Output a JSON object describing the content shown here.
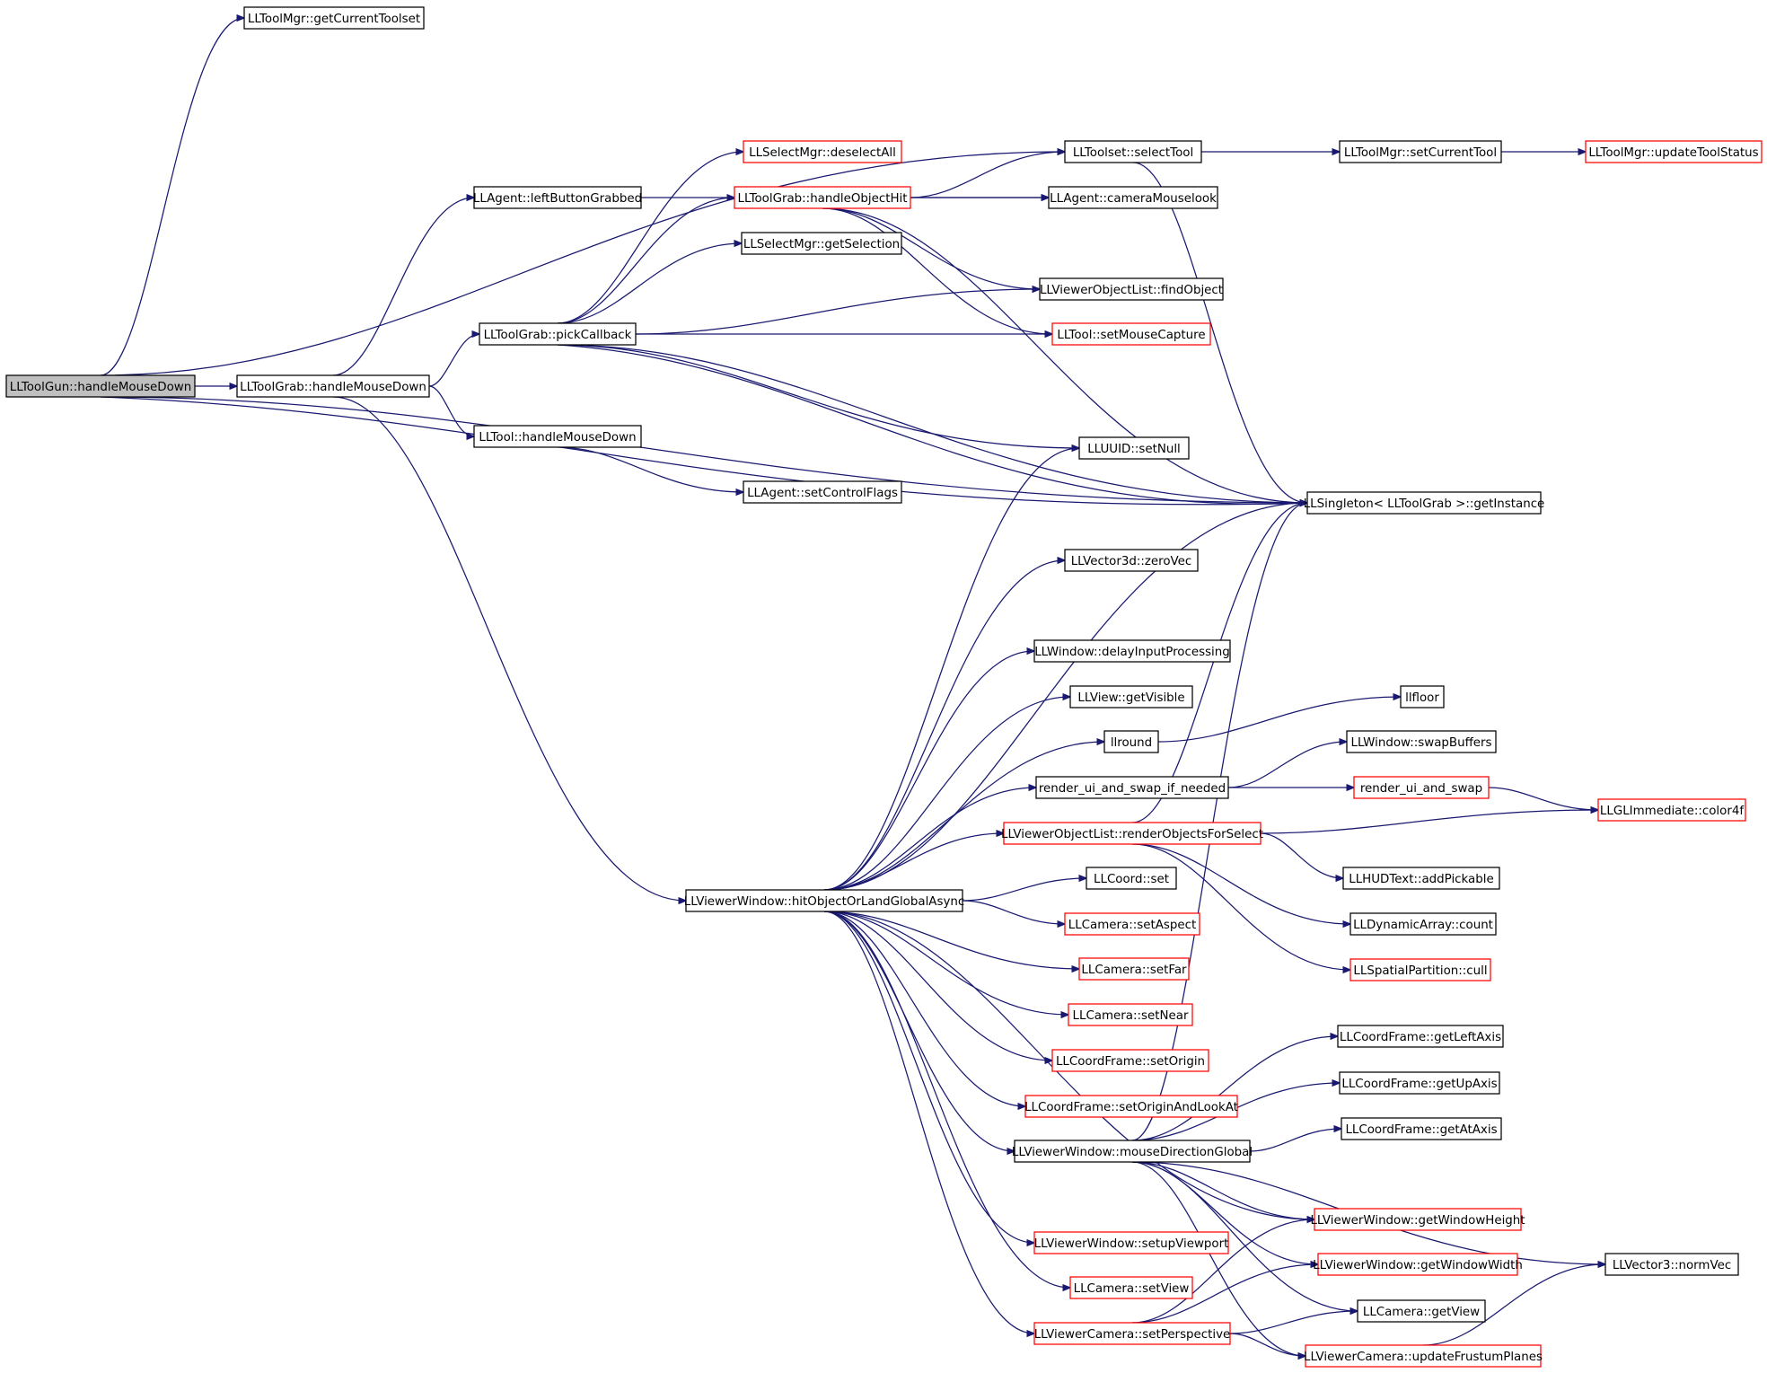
{
  "colors": {
    "edge": "#191970",
    "border_default": "#000000",
    "border_truncated": "#ff0000",
    "fill_default": "#ffffff",
    "fill_root": "#bfbfbf"
  },
  "nodes": [
    {
      "id": "n0",
      "label": "LLToolGun::handleMouseDown",
      "style": "root"
    },
    {
      "id": "n1",
      "label": "LLToolMgr::getCurrentToolset",
      "style": "normal"
    },
    {
      "id": "n2",
      "label": "LLToolset::selectTool",
      "style": "normal"
    },
    {
      "id": "n3",
      "label": "LLToolGrab::handleMouseDown",
      "style": "normal"
    },
    {
      "id": "n4",
      "label": "LLSingleton< LLToolGrab >::getInstance",
      "style": "normal"
    },
    {
      "id": "n5",
      "label": "LLToolMgr::setCurrentTool",
      "style": "normal"
    },
    {
      "id": "n6",
      "label": "LLToolMgr::updateToolStatus",
      "style": "truncated"
    },
    {
      "id": "n7",
      "label": "LLAgent::leftButtonGrabbed",
      "style": "normal"
    },
    {
      "id": "n8",
      "label": "LLAgent::cameraMouselook",
      "style": "normal"
    },
    {
      "id": "n9",
      "label": "LLToolGrab::pickCallback",
      "style": "normal"
    },
    {
      "id": "n10",
      "label": "LLSelectMgr::deselectAll",
      "style": "truncated"
    },
    {
      "id": "n11",
      "label": "LLToolGrab::handleObjectHit",
      "style": "truncated"
    },
    {
      "id": "n12",
      "label": "LLViewerObjectList::findObject",
      "style": "normal"
    },
    {
      "id": "n13",
      "label": "LLTool::setMouseCapture",
      "style": "truncated"
    },
    {
      "id": "n14",
      "label": "LLSelectMgr::getSelection",
      "style": "normal"
    },
    {
      "id": "n15",
      "label": "LLUUID::setNull",
      "style": "normal"
    },
    {
      "id": "n16",
      "label": "LLTool::handleMouseDown",
      "style": "normal"
    },
    {
      "id": "n17",
      "label": "LLAgent::setControlFlags",
      "style": "normal"
    },
    {
      "id": "n18",
      "label": "LLViewerWindow::hitObjectOrLandGlobalAsync",
      "style": "normal"
    },
    {
      "id": "n19",
      "label": "LLVector3d::zeroVec",
      "style": "normal"
    },
    {
      "id": "n20",
      "label": "LLWindow::delayInputProcessing",
      "style": "normal"
    },
    {
      "id": "n21",
      "label": "LLView::getVisible",
      "style": "normal"
    },
    {
      "id": "n22",
      "label": "llround",
      "style": "normal"
    },
    {
      "id": "n23",
      "label": "llfloor",
      "style": "normal"
    },
    {
      "id": "n24",
      "label": "render_ui_and_swap_if_needed",
      "style": "normal"
    },
    {
      "id": "n25",
      "label": "LLWindow::swapBuffers",
      "style": "normal"
    },
    {
      "id": "n26",
      "label": "render_ui_and_swap",
      "style": "truncated"
    },
    {
      "id": "n27",
      "label": "LLGLImmediate::color4f",
      "style": "truncated"
    },
    {
      "id": "n28",
      "label": "LLViewerObjectList::renderObjectsForSelect",
      "style": "truncated"
    },
    {
      "id": "n29",
      "label": "LLHUDText::addPickable",
      "style": "normal"
    },
    {
      "id": "n30",
      "label": "LLDynamicArray::count",
      "style": "normal"
    },
    {
      "id": "n31",
      "label": "LLSpatialPartition::cull",
      "style": "truncated"
    },
    {
      "id": "n32",
      "label": "LLCoord::set",
      "style": "normal"
    },
    {
      "id": "n33",
      "label": "LLCamera::setAspect",
      "style": "truncated"
    },
    {
      "id": "n34",
      "label": "LLCamera::setFar",
      "style": "truncated"
    },
    {
      "id": "n35",
      "label": "LLCamera::setNear",
      "style": "truncated"
    },
    {
      "id": "n36",
      "label": "LLCoordFrame::setOrigin",
      "style": "truncated"
    },
    {
      "id": "n37",
      "label": "LLCoordFrame::setOriginAndLookAt",
      "style": "truncated"
    },
    {
      "id": "n38",
      "label": "LLViewerWindow::mouseDirectionGlobal",
      "style": "normal"
    },
    {
      "id": "n39",
      "label": "LLCoordFrame::getLeftAxis",
      "style": "normal"
    },
    {
      "id": "n40",
      "label": "LLCoordFrame::getUpAxis",
      "style": "normal"
    },
    {
      "id": "n41",
      "label": "LLCoordFrame::getAtAxis",
      "style": "normal"
    },
    {
      "id": "n42",
      "label": "LLViewerWindow::getWindowHeight",
      "style": "truncated"
    },
    {
      "id": "n43",
      "label": "LLViewerWindow::getWindowWidth",
      "style": "truncated"
    },
    {
      "id": "n44",
      "label": "LLVector3::normVec",
      "style": "normal"
    },
    {
      "id": "n45",
      "label": "LLViewerWindow::setupViewport",
      "style": "truncated"
    },
    {
      "id": "n46",
      "label": "LLCamera::setView",
      "style": "truncated"
    },
    {
      "id": "n47",
      "label": "LLViewerCamera::setPerspective",
      "style": "truncated"
    },
    {
      "id": "n48",
      "label": "LLCamera::getView",
      "style": "normal"
    },
    {
      "id": "n49",
      "label": "LLViewerCamera::updateFrustumPlanes",
      "style": "truncated"
    }
  ],
  "edges": [
    {
      "from": "n0",
      "to": "n1"
    },
    {
      "from": "n0",
      "to": "n2"
    },
    {
      "from": "n0",
      "to": "n3"
    },
    {
      "from": "n0",
      "to": "n4"
    },
    {
      "from": "n0",
      "to": "n4"
    },
    {
      "from": "n2",
      "to": "n5"
    },
    {
      "from": "n2",
      "to": "n4"
    },
    {
      "from": "n5",
      "to": "n6"
    },
    {
      "from": "n3",
      "to": "n7"
    },
    {
      "from": "n3",
      "to": "n9"
    },
    {
      "from": "n3",
      "to": "n16"
    },
    {
      "from": "n3",
      "to": "n18"
    },
    {
      "from": "n7",
      "to": "n8"
    },
    {
      "from": "n9",
      "to": "n10"
    },
    {
      "from": "n9",
      "to": "n11"
    },
    {
      "from": "n9",
      "to": "n14"
    },
    {
      "from": "n9",
      "to": "n12"
    },
    {
      "from": "n9",
      "to": "n13"
    },
    {
      "from": "n9",
      "to": "n15"
    },
    {
      "from": "n9",
      "to": "n4"
    },
    {
      "from": "n9",
      "to": "n4"
    },
    {
      "from": "n11",
      "to": "n2"
    },
    {
      "from": "n11",
      "to": "n8"
    },
    {
      "from": "n11",
      "to": "n12"
    },
    {
      "from": "n11",
      "to": "n13"
    },
    {
      "from": "n11",
      "to": "n4"
    },
    {
      "from": "n16",
      "to": "n17"
    },
    {
      "from": "n18",
      "to": "n15"
    },
    {
      "from": "n18",
      "to": "n19"
    },
    {
      "from": "n18",
      "to": "n4"
    },
    {
      "from": "n18",
      "to": "n20"
    },
    {
      "from": "n18",
      "to": "n21"
    },
    {
      "from": "n18",
      "to": "n22"
    },
    {
      "from": "n18",
      "to": "n24"
    },
    {
      "from": "n18",
      "to": "n28"
    },
    {
      "from": "n18",
      "to": "n32"
    },
    {
      "from": "n18",
      "to": "n33"
    },
    {
      "from": "n18",
      "to": "n34"
    },
    {
      "from": "n18",
      "to": "n35"
    },
    {
      "from": "n18",
      "to": "n36"
    },
    {
      "from": "n18",
      "to": "n37"
    },
    {
      "from": "n18",
      "to": "n38"
    },
    {
      "from": "n18",
      "to": "n45"
    },
    {
      "from": "n18",
      "to": "n46"
    },
    {
      "from": "n18",
      "to": "n47"
    },
    {
      "from": "n18",
      "to": "n42"
    },
    {
      "from": "n22",
      "to": "n23"
    },
    {
      "from": "n24",
      "to": "n25"
    },
    {
      "from": "n24",
      "to": "n26"
    },
    {
      "from": "n26",
      "to": "n27"
    },
    {
      "from": "n28",
      "to": "n27"
    },
    {
      "from": "n28",
      "to": "n4"
    },
    {
      "from": "n28",
      "to": "n29"
    },
    {
      "from": "n28",
      "to": "n30"
    },
    {
      "from": "n28",
      "to": "n31"
    },
    {
      "from": "n38",
      "to": "n4"
    },
    {
      "from": "n38",
      "to": "n39"
    },
    {
      "from": "n38",
      "to": "n40"
    },
    {
      "from": "n38",
      "to": "n41"
    },
    {
      "from": "n38",
      "to": "n42"
    },
    {
      "from": "n38",
      "to": "n43"
    },
    {
      "from": "n38",
      "to": "n44"
    },
    {
      "from": "n38",
      "to": "n48"
    },
    {
      "from": "n38",
      "to": "n49"
    },
    {
      "from": "n47",
      "to": "n42"
    },
    {
      "from": "n47",
      "to": "n43"
    },
    {
      "from": "n47",
      "to": "n48"
    },
    {
      "from": "n47",
      "to": "n49"
    },
    {
      "from": "n49",
      "to": "n44"
    }
  ]
}
